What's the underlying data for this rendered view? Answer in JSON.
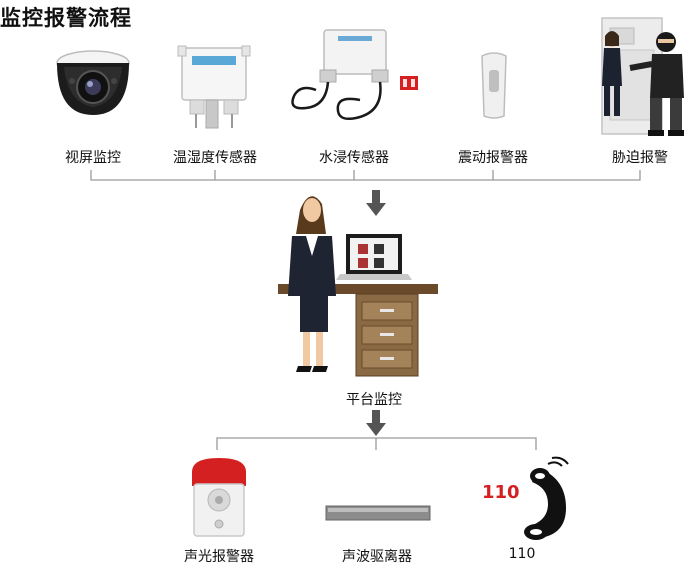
{
  "title": "监控报警流程",
  "inputs": [
    {
      "label": "视屏监控",
      "icon": "dome-camera-icon"
    },
    {
      "label": "温湿度传感器",
      "icon": "temperature-humidity-sensor-icon"
    },
    {
      "label": "水浸传感器",
      "icon": "water-leak-sensor-icon"
    },
    {
      "label": "震动报警器",
      "icon": "vibration-detector-icon"
    },
    {
      "label": "胁迫报警",
      "icon": "duress-alarm-icon"
    }
  ],
  "center": {
    "label": "平台监控",
    "icon": "operator-at-desk-icon"
  },
  "outputs": [
    {
      "label": "声光报警器",
      "icon": "strobe-siren-icon"
    },
    {
      "label": "声波驱离器",
      "icon": "ultrasonic-repeller-icon"
    },
    {
      "label": "110",
      "icon": "phone-110-icon",
      "phone_text": "110"
    }
  ],
  "colors": {
    "accent_red": "#d42020",
    "line": "#9a9a9a",
    "arrow": "#555555"
  }
}
